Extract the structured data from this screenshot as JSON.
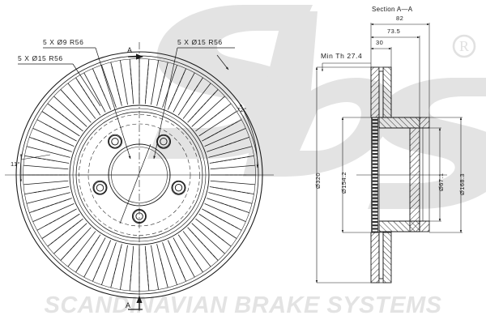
{
  "drawing": {
    "title": "Brake disc technical drawing",
    "watermark_logo": "sbs",
    "watermark_registered": "®",
    "footer_text": "SCANDINAVIAN BRAKE SYSTEMS"
  },
  "front_view": {
    "callouts": [
      {
        "id": "holes-9",
        "text": "5 X Ø9 R56"
      },
      {
        "id": "holes-15-left",
        "text": "5 X Ø15 R56"
      },
      {
        "id": "holes-15-right",
        "text": "5 X Ø15 R56"
      }
    ],
    "angles": [
      {
        "id": "vane-angle",
        "text": "11°"
      },
      {
        "id": "bolt-pitch-angle",
        "text": "72°"
      }
    ],
    "section_marks": [
      {
        "id": "section-mark-top",
        "text": "A"
      },
      {
        "id": "section-mark-bottom",
        "text": "A"
      }
    ]
  },
  "section_view": {
    "heading": "Section A—A",
    "horizontal_dimensions": [
      {
        "id": "overall-width",
        "text": "82"
      },
      {
        "id": "offset-width",
        "text": "73.5"
      },
      {
        "id": "hat-depth",
        "text": "30"
      }
    ],
    "thickness_note": "Min Th 27.4",
    "vertical_dimensions": [
      {
        "id": "outer-diameter",
        "text": "Ø320"
      },
      {
        "id": "inner-diameter",
        "text": "Ø154.2"
      },
      {
        "id": "centre-bore",
        "text": "Ø67.1"
      },
      {
        "id": "hat-diameter",
        "text": "Ø168.3"
      }
    ]
  },
  "colors": {
    "line": "#1a1a1a",
    "watermark": "#e3e3e3",
    "hatch": "#2b2b2b",
    "paper": "#ffffff"
  }
}
